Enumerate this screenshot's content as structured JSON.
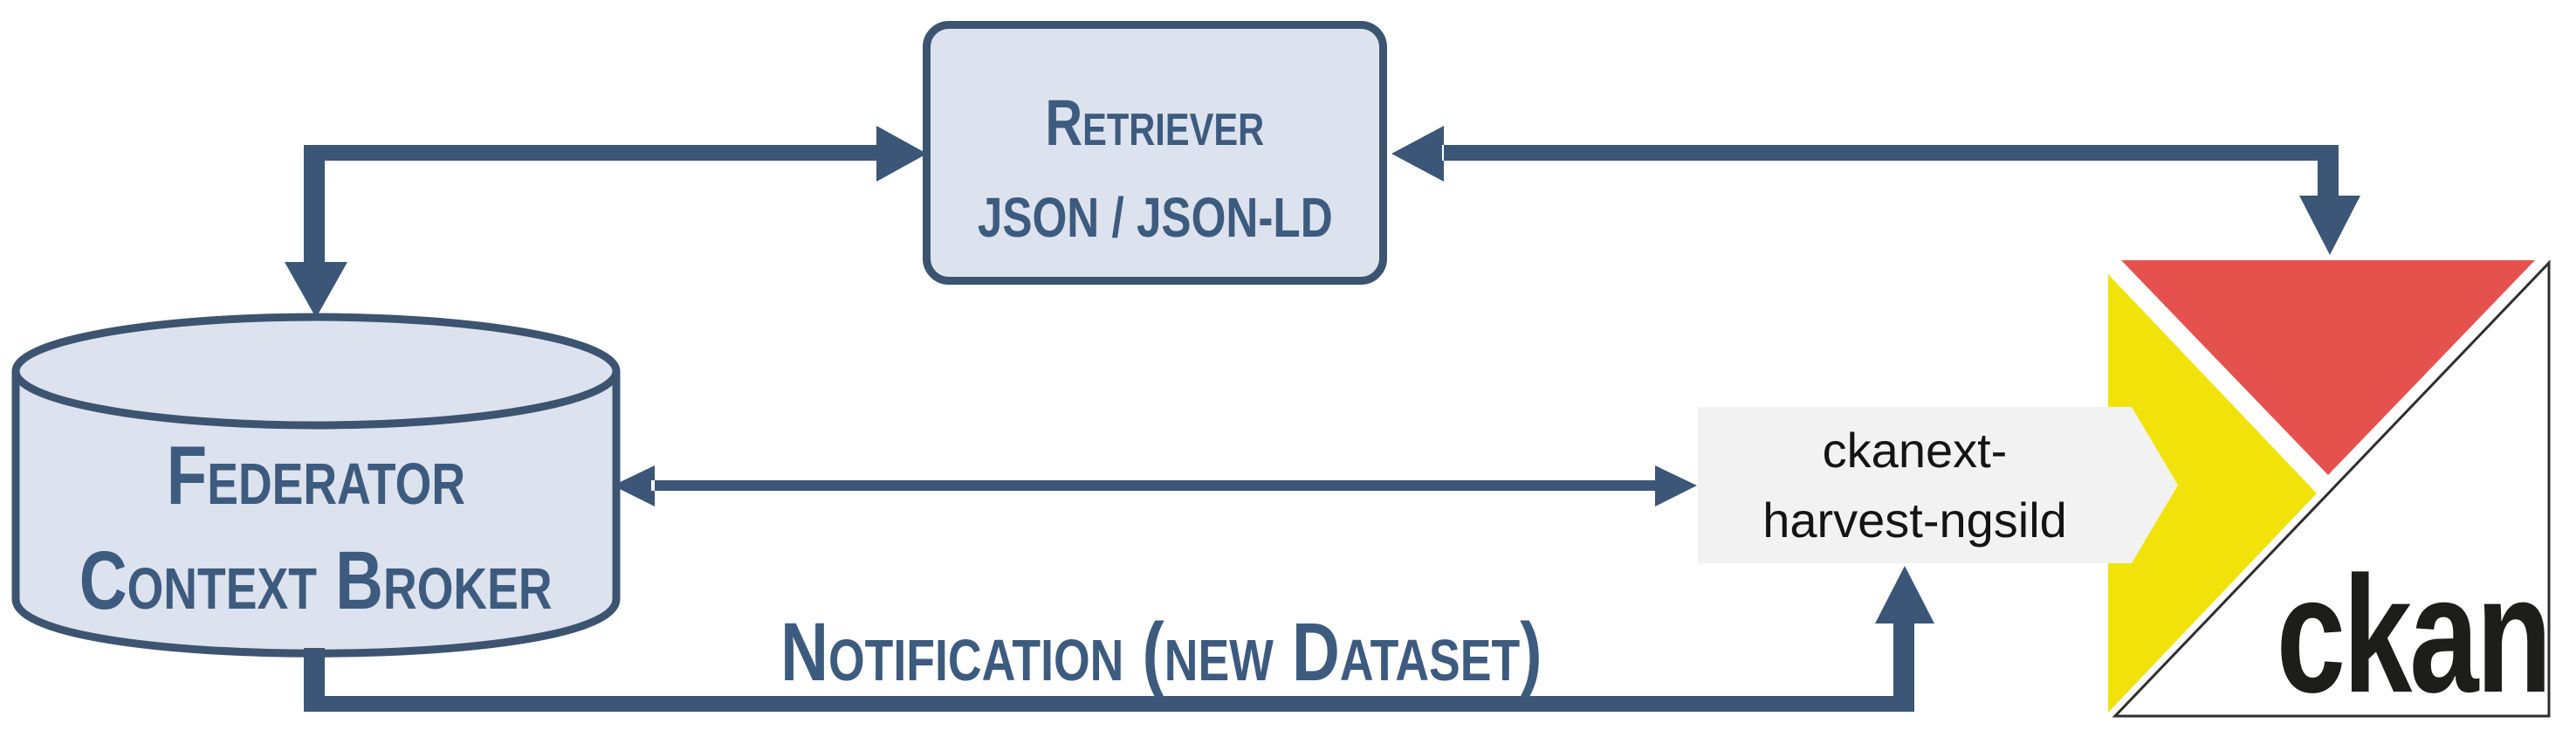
{
  "diagram": {
    "nodes": {
      "retriever": {
        "title": "Retriever",
        "subtitle": "JSON / JSON-LD",
        "shape": "rounded-rectangle"
      },
      "federator_context_broker": {
        "line1": "Federator",
        "line2": "Context Broker",
        "shape": "database-cylinder"
      },
      "ckanext_harvest_ngsild": {
        "line1": "ckanext-",
        "line2": "harvest-ngsild",
        "shape": "right-pointing-pentagon"
      },
      "ckan": {
        "wordmark": "ckan",
        "shape": "ckan-logo-square"
      }
    },
    "edges": [
      {
        "between": [
          "federator_context_broker",
          "retriever"
        ],
        "style": "elbow",
        "arrowheads": [
          "into-retriever-left",
          "into-broker-top"
        ]
      },
      {
        "between": [
          "ckan",
          "retriever"
        ],
        "style": "elbow",
        "arrowheads": [
          "into-retriever-right",
          "into-ckan-top"
        ]
      },
      {
        "between": [
          "federator_context_broker",
          "ckanext_harvest_ngsild"
        ],
        "style": "straight-double-arrow",
        "arrowheads": [
          "both"
        ]
      },
      {
        "between": [
          "federator_context_broker",
          "ckanext_harvest_ngsild"
        ],
        "style": "bottom-elbow",
        "label": "Notification (new Dataset)",
        "arrowheads": [
          "into-harvester-bottom"
        ]
      }
    ],
    "notification": {
      "label": "Notification (new Dataset)"
    },
    "colors": {
      "arrow_blue": "#3b5677",
      "node_fill": "#dce2ee",
      "node_border": "#3c5470",
      "text_blue": "#3d5b7e",
      "label_gray": "#f2f2f2",
      "label_text": "#141414",
      "ckan_red": "#e5524e",
      "ckan_yellow": "#f1e30a",
      "ckan_outline": "#2f2f2f",
      "ckan_text": "#1d1d1b"
    }
  }
}
